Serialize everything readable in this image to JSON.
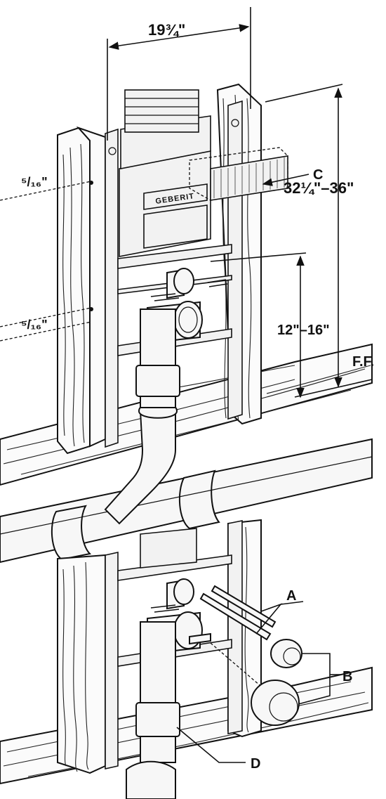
{
  "dimensions": {
    "frame_width": "19¾\"",
    "frame_height": "32¼\"–36\"",
    "outlet_height": "12\"–16\"",
    "finished_floor": "F.F.",
    "anchor_upper": "⁵/₁₆\"",
    "anchor_lower": "⁵/₁₆\""
  },
  "brand": {
    "logo_text": "GEBERIT"
  },
  "callouts": {
    "a": "A",
    "b": "B",
    "c": "C",
    "d": "D"
  }
}
